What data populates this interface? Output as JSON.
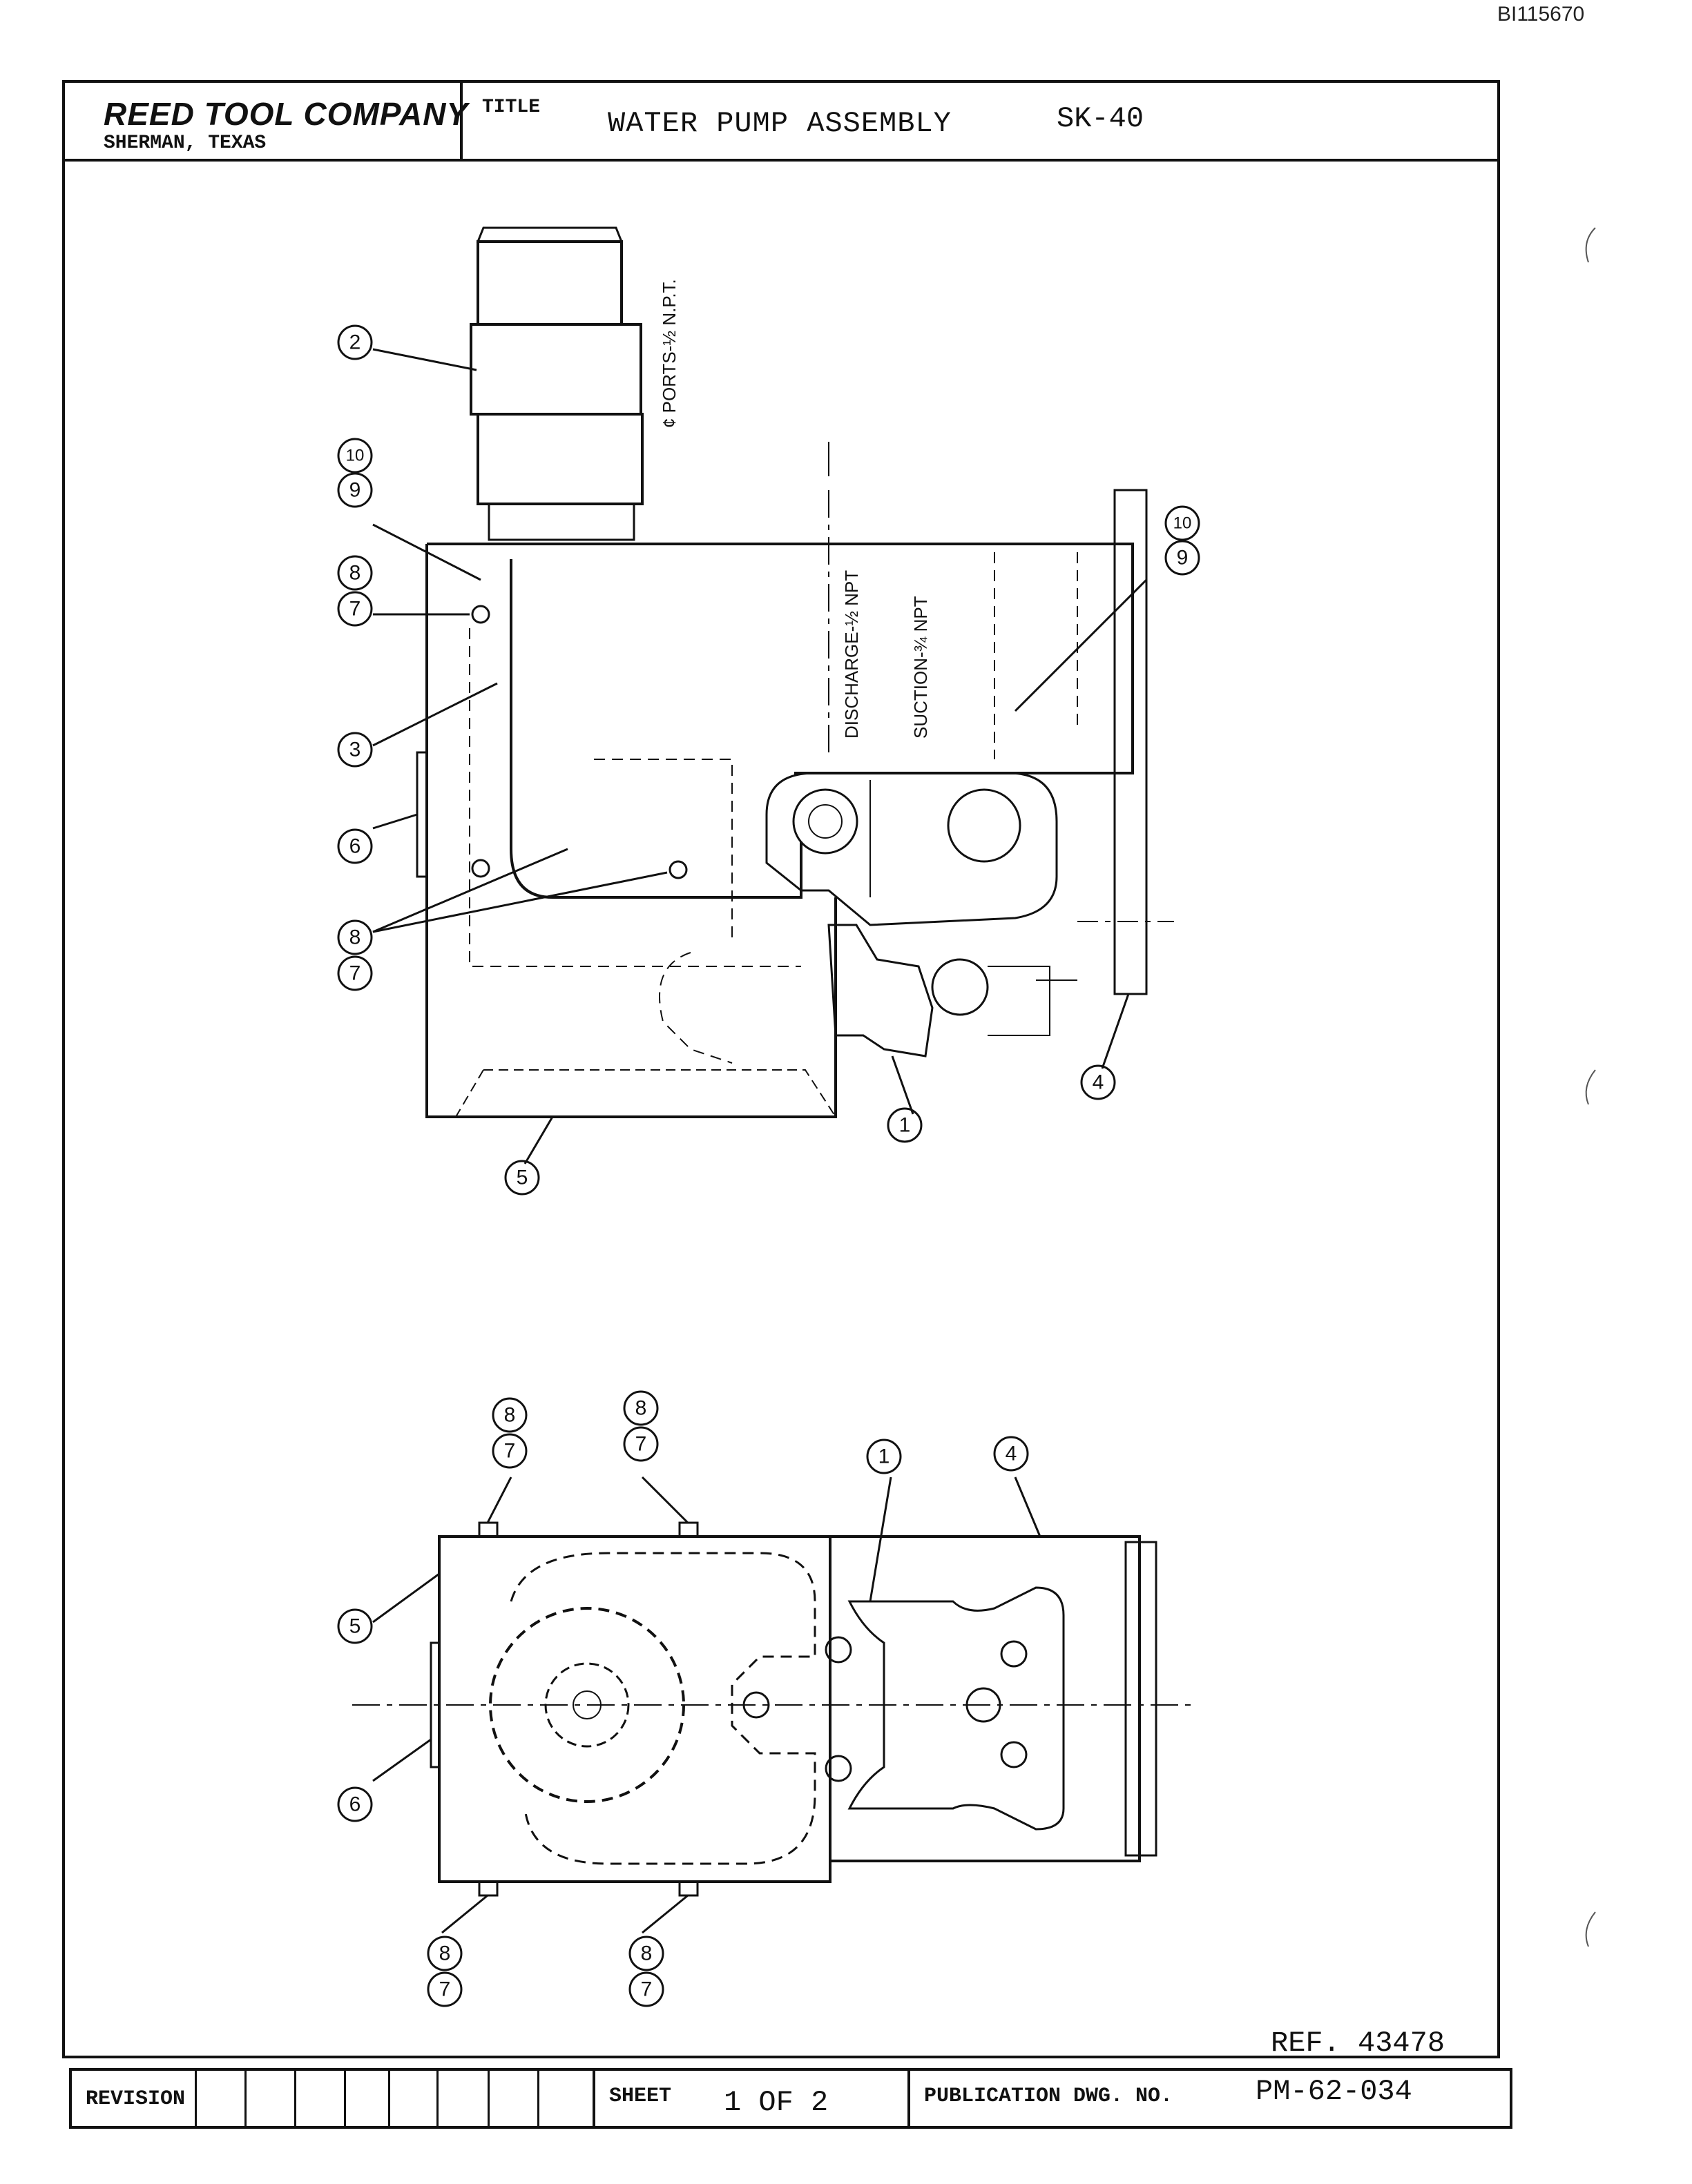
{
  "doc_id": "BI115670",
  "title_block": {
    "company": "REED TOOL COMPANY",
    "location": "SHERMAN, TEXAS",
    "title_label": "TITLE",
    "title": "WATER PUMP ASSEMBLY",
    "model": "SK-40"
  },
  "notes": {
    "ports": "¢ PORTS-½ N.P.T.",
    "discharge": "DISCHARGE-½ NPT",
    "suction": "SUCTION-¾ NPT"
  },
  "callouts": {
    "c1": "1",
    "c2": "2",
    "c3": "3",
    "c4": "4",
    "c5": "5",
    "c6": "6",
    "c7": "7",
    "c8": "8",
    "c9": "9",
    "c10": "10"
  },
  "footer": {
    "ref": "REF. 43478",
    "revision_label": "REVISION",
    "sheet_label": "SHEET",
    "sheet_value": "1 OF 2",
    "publication_label": "PUBLICATION DWG. NO.",
    "publication_value": "PM-62-034"
  }
}
